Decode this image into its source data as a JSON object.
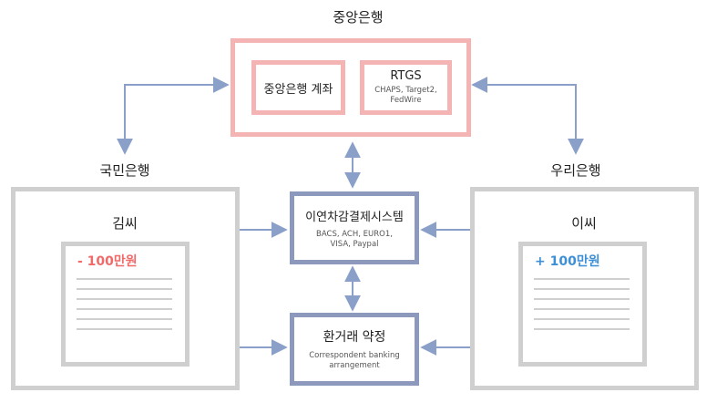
{
  "central_bank": {
    "title": "중앙은행",
    "account_label": "중앙은행 계좌",
    "rtgs": {
      "title": "RTGS",
      "detail_line1": "CHAPS, Target2,",
      "detail_line2": "FedWire"
    }
  },
  "netting_system": {
    "title": "이연차감결제시스템",
    "detail_line1": "BACS, ACH, EURO1,",
    "detail_line2": "VISA, Paypal"
  },
  "correspondent": {
    "title": "환거래 약정",
    "detail_line1": "Correspondent banking",
    "detail_line2": "arrangement"
  },
  "left_bank": {
    "name": "국민은행",
    "holder": "김씨",
    "amount": "- 100만원",
    "amount_color": "#f06a6a"
  },
  "right_bank": {
    "name": "우리은행",
    "holder": "이씨",
    "amount": "+ 100만원",
    "amount_color": "#3d8fd6"
  },
  "colors": {
    "pink": "#f4b4b4",
    "blue": "#8c99bd",
    "gray": "#cfcfcf",
    "arrow": "#8aa0c8"
  }
}
